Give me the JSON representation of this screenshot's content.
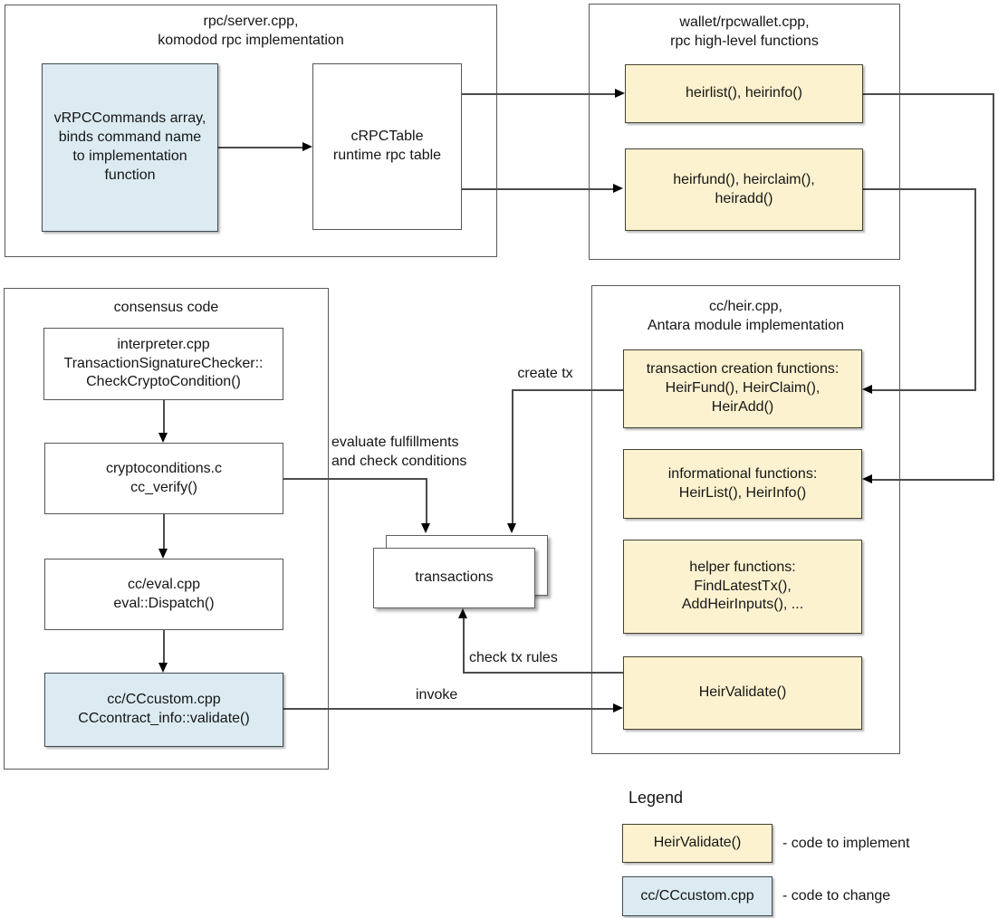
{
  "containers": {
    "rpc_server": {
      "title": "rpc/server.cpp,\nkomodod rpc implementation"
    },
    "wallet": {
      "title": "wallet/rpcwallet.cpp,\nrpc high-level functions"
    },
    "consensus": {
      "title": "consensus code"
    },
    "cc_heir": {
      "title": "cc/heir.cpp,\nAntara module implementation"
    }
  },
  "nodes": {
    "vrpccommands": {
      "label": "vRPCCommands array,\nbinds command name\nto implementation\nfunction",
      "style": "change"
    },
    "crpctable": {
      "label": "cRPCTable\nruntime rpc table",
      "style": "plain"
    },
    "heirlist_rpc": {
      "label": "heirlist(), heirinfo()",
      "style": "implement"
    },
    "heirfund_rpc": {
      "label": "heirfund(), heirclaim(),\nheiradd()",
      "style": "implement"
    },
    "interpreter": {
      "label": "interpreter.cpp\nTransactionSignatureChecker::\nCheckCryptoCondition()",
      "style": "plain"
    },
    "cryptoconditions": {
      "label": "cryptoconditions.c\ncc_verify()",
      "style": "plain"
    },
    "cceval": {
      "label": "cc/eval.cpp\neval::Dispatch()",
      "style": "plain"
    },
    "cccustom": {
      "label": "cc/CCcustom.cpp\nCCcontract_info::validate()",
      "style": "change"
    },
    "tx_creation": {
      "label": "transaction creation functions:\nHeirFund(), HeirClaim(),\nHeirAdd()",
      "style": "implement"
    },
    "informational": {
      "label": "informational functions:\nHeirList(), HeirInfo()",
      "style": "implement"
    },
    "helper": {
      "label": "helper functions:\nFindLatestTx(),\nAddHeirInputs(), ...",
      "style": "implement"
    },
    "heirvalidate": {
      "label": "HeirValidate()",
      "style": "implement"
    },
    "transactions": {
      "label": "transactions",
      "style": "plain-shadow"
    }
  },
  "edge_labels": {
    "create_tx": "create tx",
    "evaluate": "evaluate fulfillments\nand check conditions",
    "check_tx_rules": "check tx rules",
    "invoke": "invoke"
  },
  "edges": [
    {
      "from": "vRPCCommands array",
      "to": "cRPCTable",
      "label": ""
    },
    {
      "from": "cRPCTable",
      "to": "heirlist(), heirinfo()",
      "label": ""
    },
    {
      "from": "cRPCTable",
      "to": "heirfund(), heirclaim(), heiradd()",
      "label": ""
    },
    {
      "from": "heirlist(), heirinfo()",
      "to": "informational functions",
      "label": ""
    },
    {
      "from": "heirfund(), heirclaim(), heiradd()",
      "to": "transaction creation functions",
      "label": ""
    },
    {
      "from": "interpreter.cpp",
      "to": "cryptoconditions.c",
      "label": ""
    },
    {
      "from": "cryptoconditions.c",
      "to": "cc/eval.cpp",
      "label": ""
    },
    {
      "from": "cc/eval.cpp",
      "to": "cc/CCcustom.cpp",
      "label": ""
    },
    {
      "from": "cryptoconditions.c",
      "to": "transactions",
      "label": "evaluate fulfillments and check conditions"
    },
    {
      "from": "transaction creation functions",
      "to": "transactions",
      "label": "create tx"
    },
    {
      "from": "HeirValidate()",
      "to": "transactions",
      "label": "check tx rules"
    },
    {
      "from": "cc/CCcustom.cpp",
      "to": "HeirValidate()",
      "label": "invoke"
    }
  ],
  "legend": {
    "title": "Legend",
    "items": [
      {
        "sample": "HeirValidate()",
        "style": "implement",
        "desc": "- code to implement"
      },
      {
        "sample": "cc/CCcustom.cpp",
        "style": "change",
        "desc": "- code to change"
      }
    ]
  },
  "colors": {
    "implement_fill": "#fdf2cf",
    "change_fill": "#dcebf2",
    "line": "#4c4c4c",
    "arrow": "#000000",
    "border": "#565656",
    "text": "#161616",
    "background": "#ffffff"
  }
}
